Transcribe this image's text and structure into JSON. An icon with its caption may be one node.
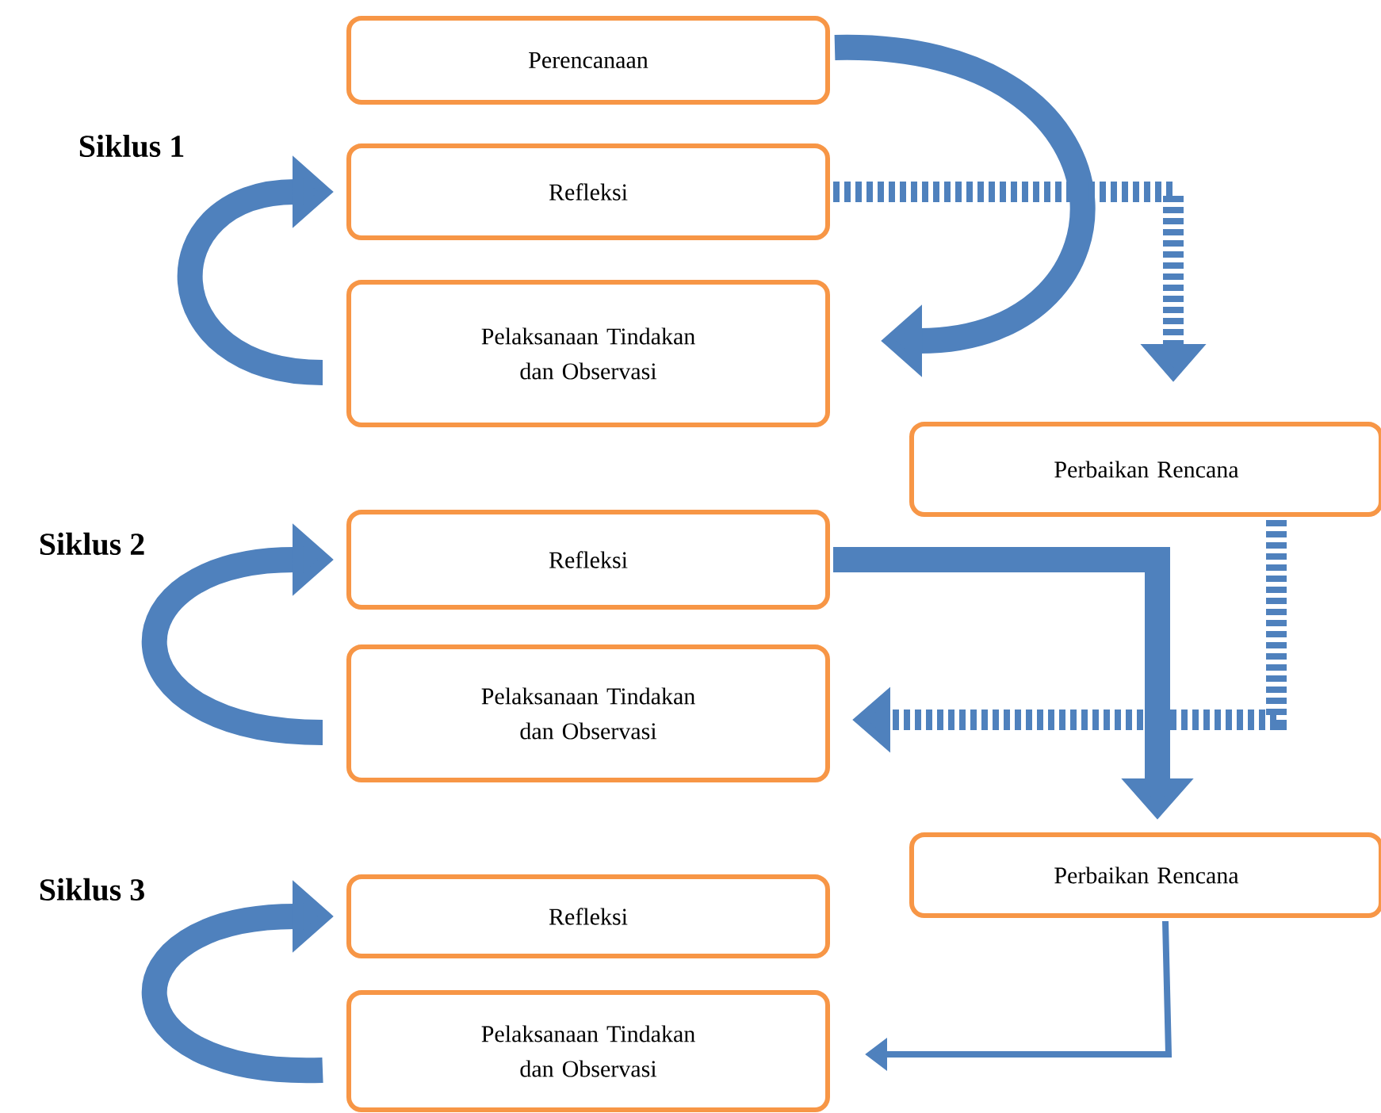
{
  "diagram": {
    "nodes": [
      {
        "text": [
          "Perencanaan"
        ]
      },
      {
        "text": [
          "Refleksi"
        ]
      },
      {
        "text": [
          "Pelaksanaan Tindakan dan Observasi"
        ]
      },
      {
        "text": [
          "Perbaikan Rencana"
        ]
      },
      {
        "text": [
          "Refleksi"
        ]
      },
      {
        "text": [
          "Pelaksanaan Tindakan dan Observasi"
        ]
      },
      {
        "text": [
          "Perbaikan Rencana"
        ]
      },
      {
        "text": [
          "Refleksi"
        ]
      },
      {
        "text": [
          "Pelaksanaan Tindakan dan Observasi"
        ]
      }
    ],
    "edges": [
      {
        "from": 0,
        "to": 2,
        "arrow": "to"
      },
      {
        "from": 2,
        "to": 1,
        "arrow": "to"
      },
      {
        "from": 1,
        "to": 3,
        "arrow": "to",
        "style": "dashed"
      },
      {
        "from": 5,
        "to": 4,
        "arrow": "to"
      },
      {
        "from": 4,
        "to": 6,
        "arrow": "to"
      },
      {
        "from": 3,
        "to": 5,
        "arrow": "to",
        "style": "dashed"
      },
      {
        "from": 8,
        "to": 7,
        "arrow": "to"
      },
      {
        "from": 6,
        "to": 8,
        "arrow": "to"
      }
    ],
    "labels": [
      "Siklus 1",
      "Siklus 2",
      "Siklus 3"
    ]
  }
}
